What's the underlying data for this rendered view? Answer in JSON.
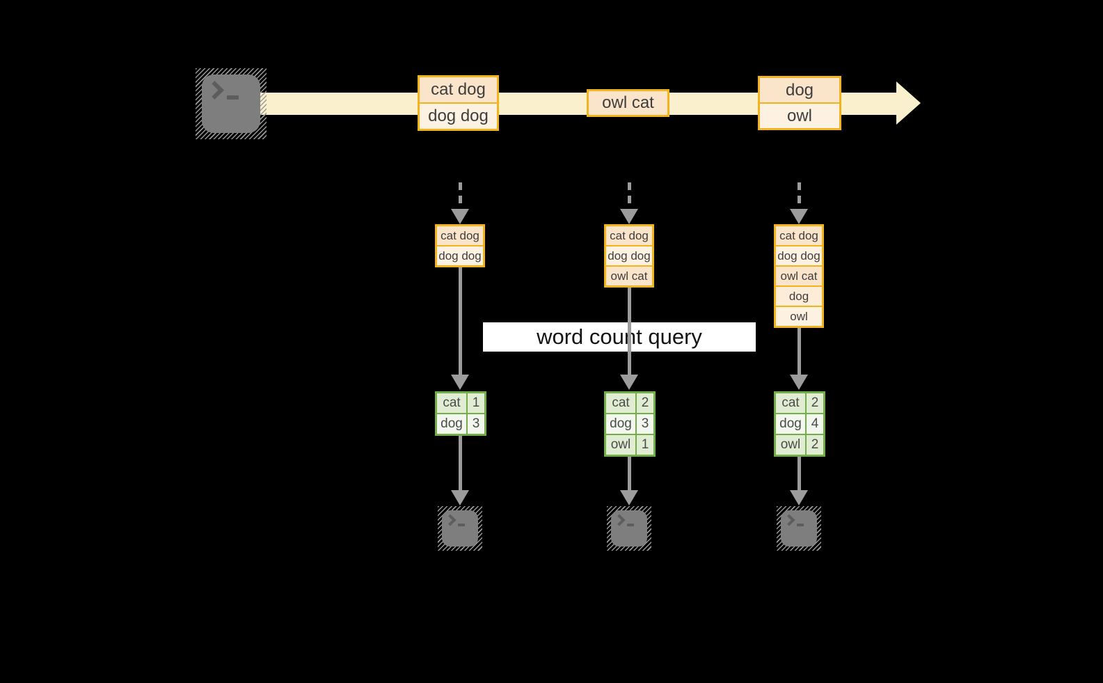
{
  "diagram": {
    "label": {
      "text": "word count query"
    },
    "icons": {
      "source": "terminal-icon",
      "sinks": "terminal-icon",
      "stream": "right-arrow-icon",
      "flow": "down-arrow-icon"
    },
    "colors": {
      "background": "#000000",
      "stream_band": "#faf0cd",
      "orange_border": "#f3b31d",
      "record_peach": "#fae4ca",
      "record_cream": "#fdf2e2",
      "record_peach_light": "#fcecd8",
      "arrow_gray": "#9c9c9c",
      "terminal_gray": "#7e7e7e",
      "green_border": "#73ae4b",
      "count_cell_green": "#e0edd2",
      "count_cell_light": "#f3f8ee",
      "label_background": "#ffffff",
      "text_dark": "#3e3e3e"
    },
    "stream": {
      "batches": [
        {
          "records": [
            {
              "text": "cat dog",
              "tone": "peach"
            },
            {
              "text": "dog dog",
              "tone": "cream"
            }
          ]
        },
        {
          "records": [
            {
              "text": "owl cat",
              "tone": "peach"
            }
          ]
        },
        {
          "records": [
            {
              "text": "dog",
              "tone": "peach"
            },
            {
              "text": "owl",
              "tone": "cream"
            }
          ]
        }
      ]
    },
    "columns": [
      {
        "buffer": {
          "records": [
            {
              "text": "cat dog",
              "tone": "peach"
            },
            {
              "text": "dog dog",
              "tone": "cream"
            }
          ]
        },
        "counts": {
          "rows": [
            {
              "word": "cat",
              "value": "1"
            },
            {
              "word": "dog",
              "value": "3"
            }
          ]
        }
      },
      {
        "buffer": {
          "records": [
            {
              "text": "cat dog",
              "tone": "peach"
            },
            {
              "text": "dog dog",
              "tone": "cream"
            },
            {
              "text": "owl cat",
              "tone": "peach"
            }
          ]
        },
        "counts": {
          "rows": [
            {
              "word": "cat",
              "value": "2"
            },
            {
              "word": "dog",
              "value": "3"
            },
            {
              "word": "owl",
              "value": "1"
            }
          ]
        }
      },
      {
        "buffer": {
          "records": [
            {
              "text": "cat dog",
              "tone": "peach"
            },
            {
              "text": "dog dog",
              "tone": "cream"
            },
            {
              "text": "owl cat",
              "tone": "peach"
            },
            {
              "text": "dog",
              "tone": "peach-light"
            },
            {
              "text": "owl",
              "tone": "cream"
            }
          ]
        },
        "counts": {
          "rows": [
            {
              "word": "cat",
              "value": "2"
            },
            {
              "word": "dog",
              "value": "4"
            },
            {
              "word": "owl",
              "value": "2"
            }
          ]
        }
      }
    ]
  }
}
